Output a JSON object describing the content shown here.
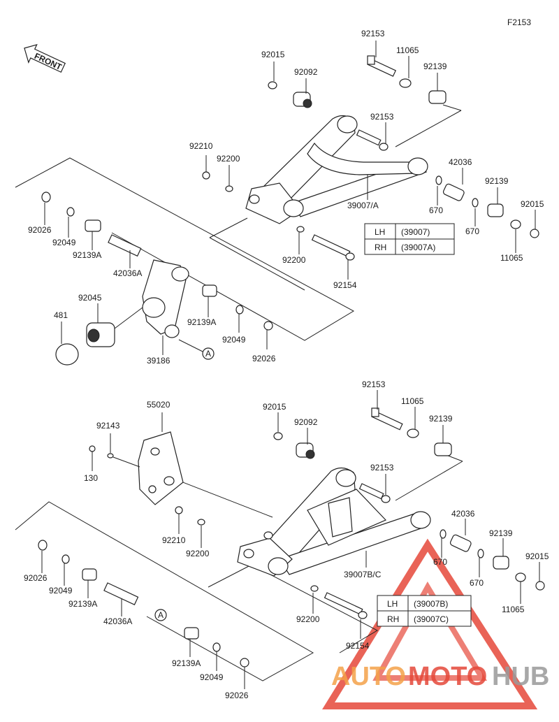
{
  "figure_code": "F2153",
  "front_label": "FRONT",
  "upper_table": [
    {
      "side": "LH",
      "part": "(39007)"
    },
    {
      "side": "RH",
      "part": "(39007A)"
    }
  ],
  "lower_table": [
    {
      "side": "LH",
      "part": "(39007B)"
    },
    {
      "side": "RH",
      "part": "(39007C)"
    }
  ],
  "labels_upper": {
    "l92153a": "92153",
    "l11065a": "11065",
    "l92015a": "92015",
    "l92092a": "92092",
    "l92139a": "92139",
    "l92153b": "92153",
    "l92210a": "92210",
    "l92200a": "92200",
    "l42036a": "42036",
    "l39007a": "39007/A",
    "l670a": "670",
    "l670b": "670",
    "l92139b": "92139",
    "l92015b": "92015",
    "l11065b": "11065",
    "l92026a": "92026",
    "l92049a": "92049",
    "l92139Aa": "92139A",
    "l42036Aa": "42036A",
    "l92200b": "92200",
    "l92154a": "92154",
    "l92045": "92045",
    "l481": "481",
    "l92139Ab": "92139A",
    "l92049b": "92049",
    "l92026b": "92026",
    "l39186": "39186",
    "callA1": "A"
  },
  "labels_lower": {
    "l92153c": "92153",
    "l11065c": "11065",
    "l55020": "55020",
    "l92015c": "92015",
    "l92092b": "92092",
    "l92139c": "92139",
    "l92143": "92143",
    "l130": "130",
    "l92153d": "92153",
    "l42036b": "42036",
    "l92210b": "92210",
    "l92200c": "92200",
    "l92139d": "92139",
    "l92015d": "92015",
    "l670c": "670",
    "l670d": "670",
    "l39007BC": "39007B/C",
    "l11065d": "11065",
    "l92026c": "92026",
    "l92049c": "92049",
    "l92139Ac": "92139A",
    "l42036Ab": "42036A",
    "callA2": "A",
    "l92200d": "92200",
    "l92154b": "92154",
    "l92139Ad": "92139A",
    "l92049d": "92049",
    "l92026d": "92026"
  },
  "watermark": {
    "auto": "AUTO",
    "moto": "MOTO",
    "hub": "HUB"
  },
  "colors": {
    "watermark_red": "#e5483a",
    "watermark_orange": "#f4a24a",
    "watermark_gray": "#9a9a9a",
    "ink": "#222222"
  }
}
